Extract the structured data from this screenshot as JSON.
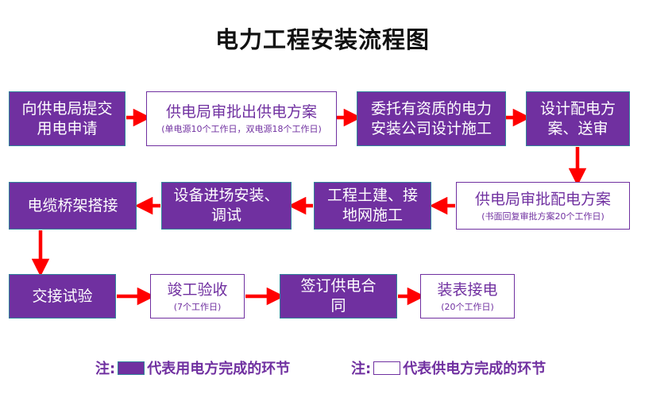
{
  "title": "电力工程安装流程图",
  "colors": {
    "fill_purple": "#7030A0",
    "filled_border": "#31849B",
    "outline_border": "#7030A0",
    "arrow_red": "#FF0000",
    "title_text": "#111111",
    "filled_text": "#FFFFFF",
    "outline_text": "#7030A0"
  },
  "nodes": [
    {
      "id": "n1",
      "style": "filled",
      "main": "向供电局提交\n用电申请",
      "sub": ""
    },
    {
      "id": "n2",
      "style": "outlined",
      "main": "供电局审批出供电方案",
      "sub": "(单电源10个工作日，双电源18个工作日)"
    },
    {
      "id": "n3",
      "style": "filled",
      "main": "委托有资质的电力\n安装公司设计施工",
      "sub": ""
    },
    {
      "id": "n4",
      "style": "filled",
      "main": "设计配电方\n案、送审",
      "sub": ""
    },
    {
      "id": "n5",
      "style": "outlined",
      "main": "供电局审批配电方案",
      "sub": "(书面回复审批方案20个工作日)"
    },
    {
      "id": "n6",
      "style": "filled",
      "main": "工程土建、接\n地网施工",
      "sub": ""
    },
    {
      "id": "n7",
      "style": "filled",
      "main": "设备进场安装、\n调试",
      "sub": ""
    },
    {
      "id": "n8",
      "style": "filled",
      "main": "电缆桥架搭接",
      "sub": ""
    },
    {
      "id": "n9",
      "style": "filled",
      "main": "交接试验",
      "sub": ""
    },
    {
      "id": "n10",
      "style": "outlined",
      "main": "竣工验收",
      "sub": "(7个工作日)"
    },
    {
      "id": "n11",
      "style": "filled",
      "main": "签订供电合\n同",
      "sub": ""
    },
    {
      "id": "n12",
      "style": "outlined",
      "main": "装表接电",
      "sub": "(20个工作日)"
    }
  ],
  "legend": [
    {
      "id": "legend-customer",
      "prefix": "注:",
      "swatch": "filled",
      "text": "代表用电方完成的环节"
    },
    {
      "id": "legend-supplier",
      "prefix": "注:",
      "swatch": "outlined",
      "text": "代表供电方完成的环节"
    }
  ]
}
